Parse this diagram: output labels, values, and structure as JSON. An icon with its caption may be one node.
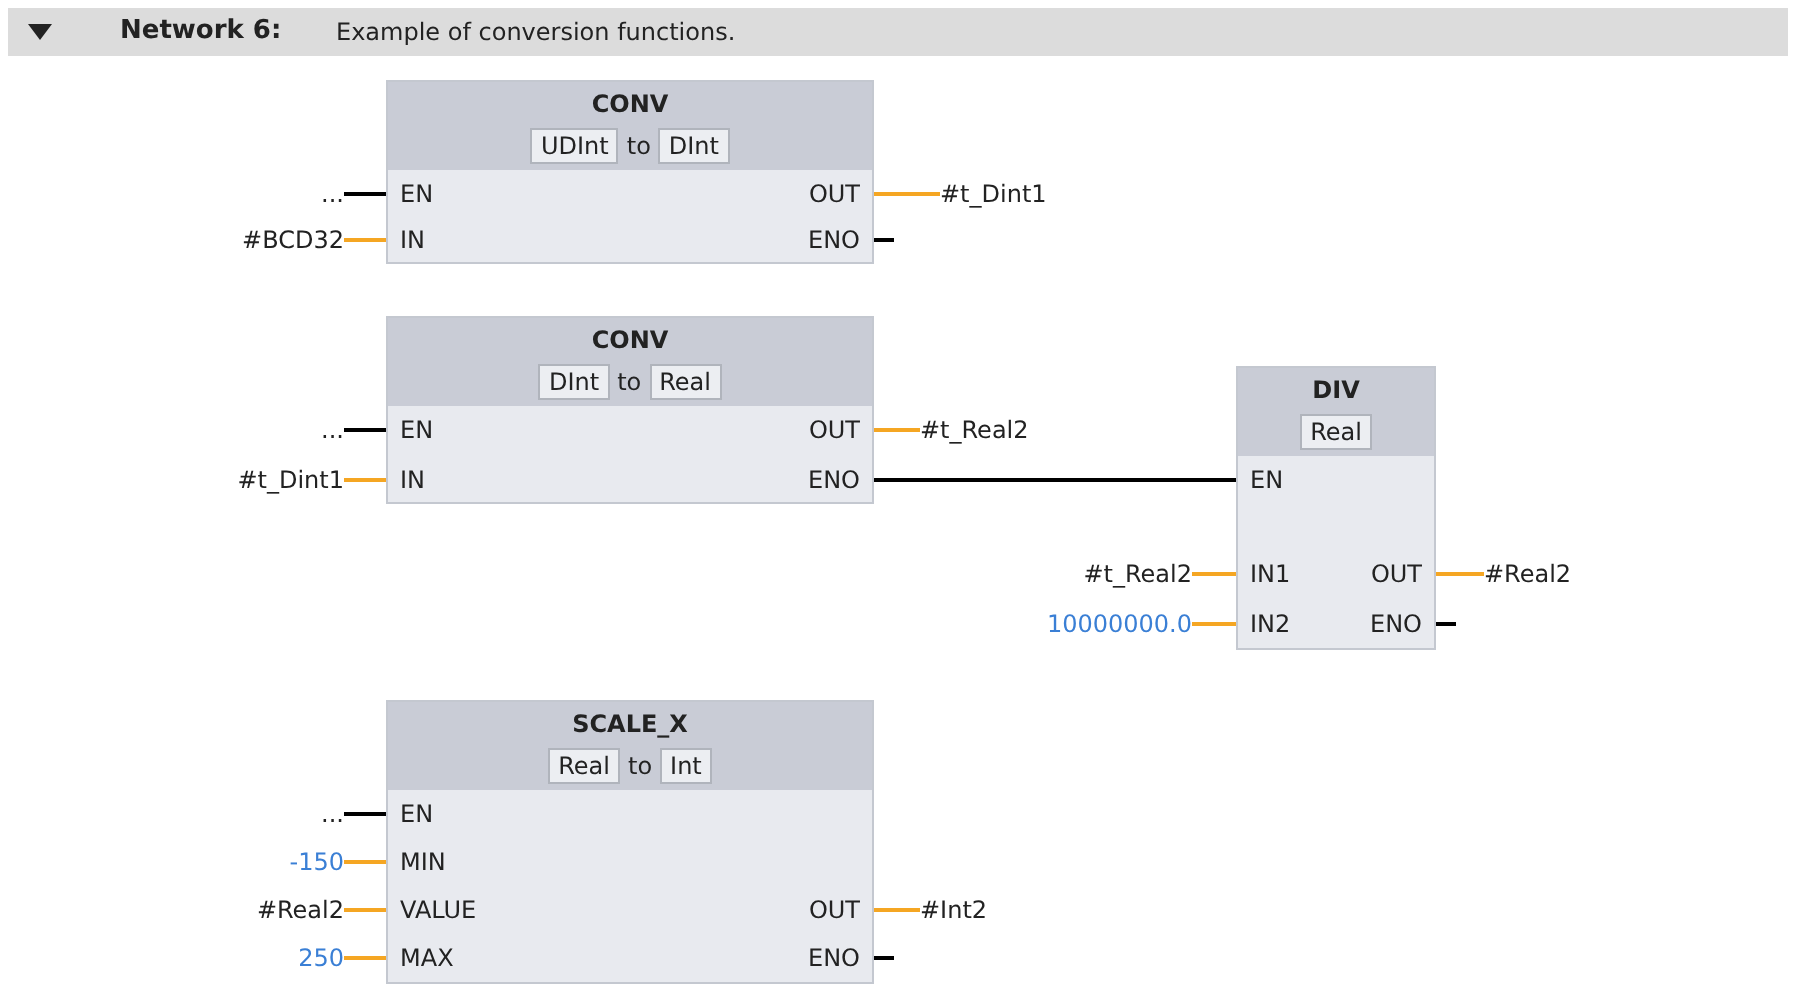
{
  "diagram": {
    "title": "Network 6:",
    "nodes": [
      {
        "text": [
          "CONV",
          "UDInt",
          "to",
          "DInt"
        ]
      },
      {
        "text": [
          "EN"
        ],
        "in": 0
      },
      {
        "text": [
          "IN"
        ],
        "in": 0
      },
      {
        "text": [
          "OUT"
        ],
        "in": 0
      },
      {
        "text": [
          "ENO"
        ],
        "in": 0
      },
      {
        "text": [
          "..."
        ]
      },
      {
        "text": [
          "#BCD32"
        ]
      },
      {
        "text": [
          "#t_Dint1"
        ]
      },
      {
        "text": [
          "CONV",
          "DInt",
          "to",
          "Real"
        ]
      },
      {
        "text": [
          "EN"
        ],
        "in": 8
      },
      {
        "text": [
          "IN"
        ],
        "in": 8
      },
      {
        "text": [
          "OUT"
        ],
        "in": 8
      },
      {
        "text": [
          "ENO"
        ],
        "in": 8
      },
      {
        "text": [
          "..."
        ]
      },
      {
        "text": [
          "#t_Dint1"
        ]
      },
      {
        "text": [
          "#t_Real2"
        ]
      },
      {
        "text": [
          "DIV",
          "Real"
        ]
      },
      {
        "text": [
          "EN"
        ],
        "in": 16
      },
      {
        "text": [
          "IN1"
        ],
        "in": 16
      },
      {
        "text": [
          "IN2"
        ],
        "in": 16
      },
      {
        "text": [
          "OUT"
        ],
        "in": 16
      },
      {
        "text": [
          "ENO"
        ],
        "in": 16
      },
      {
        "text": [
          "#t_Real2"
        ]
      },
      {
        "text": [
          "10000000.0"
        ]
      },
      {
        "text": [
          "#Real2"
        ]
      },
      {
        "text": [
          "SCALE_X",
          "Real",
          "to",
          "Int"
        ]
      },
      {
        "text": [
          "EN"
        ],
        "in": 25
      },
      {
        "text": [
          "MIN"
        ],
        "in": 25
      },
      {
        "text": [
          "VALUE"
        ],
        "in": 25
      },
      {
        "text": [
          "MAX"
        ],
        "in": 25
      },
      {
        "text": [
          "OUT"
        ],
        "in": 25
      },
      {
        "text": [
          "ENO"
        ],
        "in": 25
      },
      {
        "text": [
          "..."
        ]
      },
      {
        "text": [
          "-150"
        ]
      },
      {
        "text": [
          "#Real2"
        ]
      },
      {
        "text": [
          "250"
        ]
      },
      {
        "text": [
          "#Int2"
        ]
      }
    ],
    "edges": [
      {
        "from": 5,
        "to": 1,
        "arrow": "none",
        "color": "#000000"
      },
      {
        "from": 6,
        "to": 2,
        "arrow": "none"
      },
      {
        "from": 3,
        "to": 7,
        "arrow": "none"
      },
      {
        "from": 4,
        "to": null,
        "arrow": "none",
        "color": "#000000"
      },
      {
        "from": 13,
        "to": 9,
        "arrow": "none",
        "color": "#000000"
      },
      {
        "from": 14,
        "to": 10,
        "arrow": "none"
      },
      {
        "from": 11,
        "to": 15,
        "arrow": "none"
      },
      {
        "from": 12,
        "to": 17,
        "arrow": "none",
        "color": "#000000"
      },
      {
        "from": 22,
        "to": 18,
        "arrow": "none"
      },
      {
        "from": 23,
        "to": 19,
        "arrow": "none"
      },
      {
        "from": 20,
        "to": 24,
        "arrow": "none"
      },
      {
        "from": 21,
        "to": null,
        "arrow": "none",
        "color": "#000000"
      },
      {
        "from": 32,
        "to": 26,
        "arrow": "none",
        "color": "#000000"
      },
      {
        "from": 33,
        "to": 27,
        "arrow": "none"
      },
      {
        "from": 34,
        "to": 28,
        "arrow": "none"
      },
      {
        "from": 35,
        "to": 29,
        "arrow": "none"
      },
      {
        "from": 30,
        "to": 36,
        "arrow": "none"
      },
      {
        "from": 31,
        "to": null,
        "arrow": "none",
        "color": "#000000"
      }
    ],
    "labels": [
      "Example of conversion functions."
    ]
  }
}
